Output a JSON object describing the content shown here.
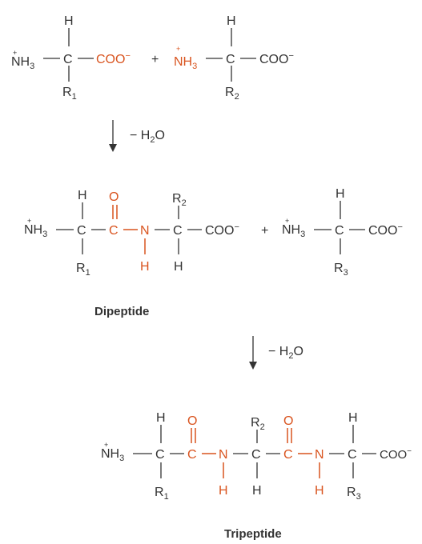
{
  "colors": {
    "black": "#333333",
    "orange": "#d9541f"
  },
  "labels": {
    "nh3": "NH",
    "three": "3",
    "plus_charge": "+",
    "carbon": "C",
    "nitrogen": "N",
    "hydrogen": "H",
    "oxygen": "O",
    "coo": "COO",
    "coo_charge": "−",
    "r": "R",
    "r1_sub": "1",
    "r2_sub": "2",
    "r3_sub": "3",
    "plus": "+",
    "minus_water_prefix": "− H",
    "water_sub": "2",
    "water_suffix": "O"
  },
  "captions": {
    "dipeptide": "Dipeptide",
    "tripeptide": "Tripeptide"
  }
}
